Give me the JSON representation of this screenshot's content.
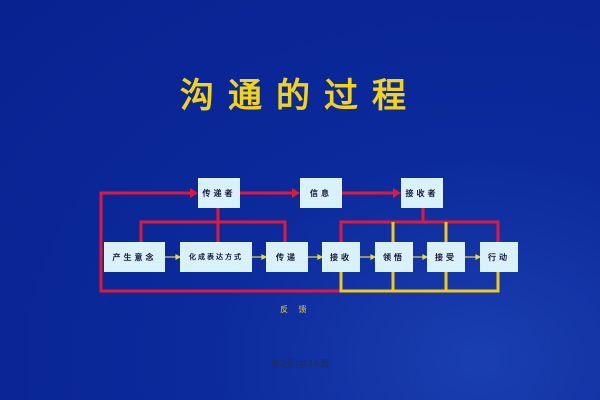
{
  "title": "沟通的过程",
  "diagram": {
    "top": [
      "传递者",
      "信息",
      "接收者"
    ],
    "steps": [
      "产生意念",
      "化成表达方式",
      "传递",
      "接收",
      "领悟",
      "接受",
      "行动"
    ],
    "feedback_label": "反 馈",
    "colors": {
      "red": "#e0183a",
      "yellow": "#f2c81a",
      "arrow": "#e6d84a"
    }
  },
  "footer": "第2页/共16页"
}
